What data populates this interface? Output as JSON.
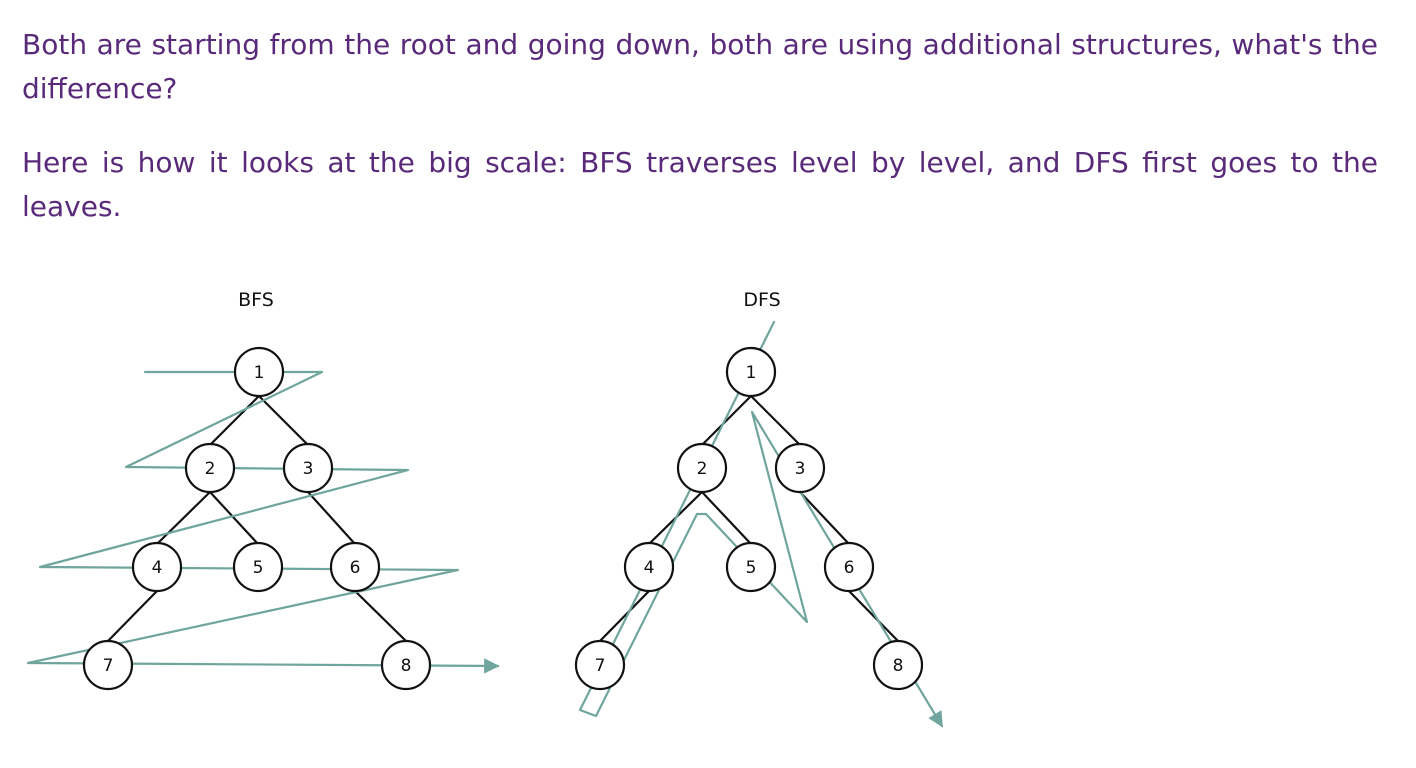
{
  "text": {
    "paragraph1": "Both are starting from the root and going down, both are using additional structures, what's the difference?",
    "paragraph2": "Here is how it looks at the big scale: BFS traverses level by level, and DFS first goes to the leaves."
  },
  "colors": {
    "text": "#5a2a7a",
    "traversal_path": "#6fa59d",
    "node_stroke": "#111111"
  },
  "trees": [
    {
      "title": "BFS",
      "nodes": [
        "1",
        "2",
        "3",
        "4",
        "5",
        "6",
        "7",
        "8"
      ],
      "edges": [
        [
          "1",
          "2"
        ],
        [
          "1",
          "3"
        ],
        [
          "2",
          "4"
        ],
        [
          "2",
          "5"
        ],
        [
          "3",
          "6"
        ],
        [
          "4",
          "7"
        ],
        [
          "6",
          "8"
        ]
      ],
      "traversal_order": [
        "1",
        "2",
        "3",
        "4",
        "5",
        "6",
        "7",
        "8"
      ]
    },
    {
      "title": "DFS",
      "nodes": [
        "1",
        "2",
        "3",
        "4",
        "5",
        "6",
        "7",
        "8"
      ],
      "edges": [
        [
          "1",
          "2"
        ],
        [
          "1",
          "3"
        ],
        [
          "2",
          "4"
        ],
        [
          "2",
          "5"
        ],
        [
          "3",
          "6"
        ],
        [
          "4",
          "7"
        ],
        [
          "6",
          "8"
        ]
      ],
      "traversal_order": [
        "1",
        "2",
        "4",
        "7",
        "5",
        "3",
        "6",
        "8"
      ]
    }
  ]
}
